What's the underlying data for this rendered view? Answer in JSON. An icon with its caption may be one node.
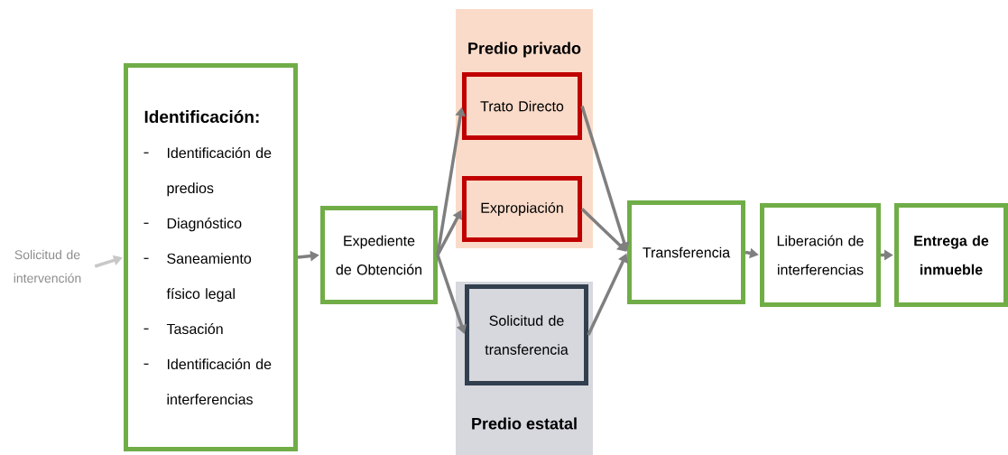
{
  "diagram": {
    "nodes": [
      {
        "text": [
          "Solicitud de intervención"
        ]
      },
      {
        "text": [
          "Identificación:",
          "Identificación de predios",
          "Diagnóstico",
          "Saneamiento físico legal",
          "Tasación",
          "Identificación de interferencias"
        ]
      },
      {
        "text": [
          "Expediente de Obtención"
        ]
      },
      {
        "text": [
          "Predio privado"
        ]
      },
      {
        "text": [
          "Trato Directo"
        ],
        "in": 3
      },
      {
        "text": [
          "Expropiación"
        ],
        "in": 3
      },
      {
        "text": [
          "Predio estatal"
        ]
      },
      {
        "text": [
          "Solicitud de transferencia"
        ],
        "in": 6
      },
      {
        "text": [
          "Transferencia"
        ]
      },
      {
        "text": [
          "Liberación de interferencias"
        ]
      },
      {
        "text": [
          "Entrega de inmueble"
        ]
      }
    ],
    "edges": [
      {
        "from": 0,
        "to": 1,
        "arrow": "to",
        "color": "#c8c8c8"
      },
      {
        "from": 1,
        "to": 2,
        "arrow": "to"
      },
      {
        "from": 2,
        "to": 4,
        "arrow": "to"
      },
      {
        "from": 2,
        "to": 5,
        "arrow": "to"
      },
      {
        "from": 2,
        "to": 7,
        "arrow": "to"
      },
      {
        "from": 4,
        "to": 8,
        "arrow": "to"
      },
      {
        "from": 5,
        "to": 8,
        "arrow": "to"
      },
      {
        "from": 7,
        "to": 8,
        "arrow": "to"
      },
      {
        "from": 8,
        "to": 9,
        "arrow": "to"
      },
      {
        "from": 9,
        "to": 10,
        "arrow": "to"
      }
    ]
  }
}
